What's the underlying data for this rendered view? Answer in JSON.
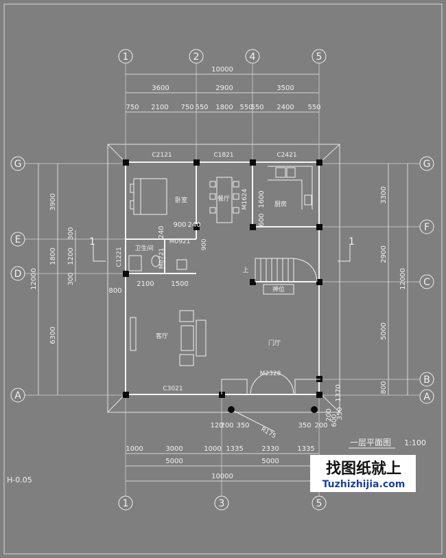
{
  "axes": {
    "top": [
      "1",
      "2",
      "4",
      "5"
    ],
    "bottom": [
      "1",
      "3",
      "5"
    ],
    "left": [
      "G",
      "E",
      "D",
      "A"
    ],
    "right": [
      "G",
      "F",
      "C",
      "B",
      "A"
    ]
  },
  "dims": {
    "top_total": "10000",
    "top_mid": [
      "3600",
      "2900",
      "3500"
    ],
    "top_detail": [
      "750",
      "2100",
      "750",
      "550",
      "1800",
      "550",
      "550",
      "2400",
      "550"
    ],
    "left_outer": [
      "3900",
      "1800",
      "6300"
    ],
    "left_total": "12000",
    "left_inner": [
      "300",
      "1200",
      "300"
    ],
    "right_outer": [
      "3300",
      "2900",
      "5000",
      "800"
    ],
    "right_total": "12000",
    "bottom_detail": [
      "1000",
      "3000",
      "1000",
      "1335",
      "2330",
      "1335"
    ],
    "bottom_mid": [
      "5000",
      "5000"
    ],
    "bottom_total": "10000",
    "porch": [
      "120",
      "200",
      "350",
      "350",
      "200"
    ],
    "porch_right": [
      "200",
      "600",
      "350",
      "1370"
    ],
    "interior": [
      "2100",
      "1500",
      "800",
      "900",
      "240",
      "240",
      "1600",
      "600"
    ]
  },
  "rooms": {
    "bedroom": "卧室",
    "dining": "餐厅",
    "kitchen": "厨房",
    "bath": "卫生间",
    "living": "客厅",
    "foyer": "门厅",
    "altar": "神位",
    "up": "上"
  },
  "openings": [
    "C2121",
    "C1821",
    "C2421",
    "M1624",
    "M0921",
    "M0721",
    "C1221",
    "M2328",
    "C3021",
    "900"
  ],
  "radius": "R175",
  "title": "一层平面图",
  "scale": "1:100",
  "level": "H-0.05",
  "section": "1",
  "watermark": {
    "cn": "找图纸就上",
    "en": "Tuzhizhijia.com"
  }
}
